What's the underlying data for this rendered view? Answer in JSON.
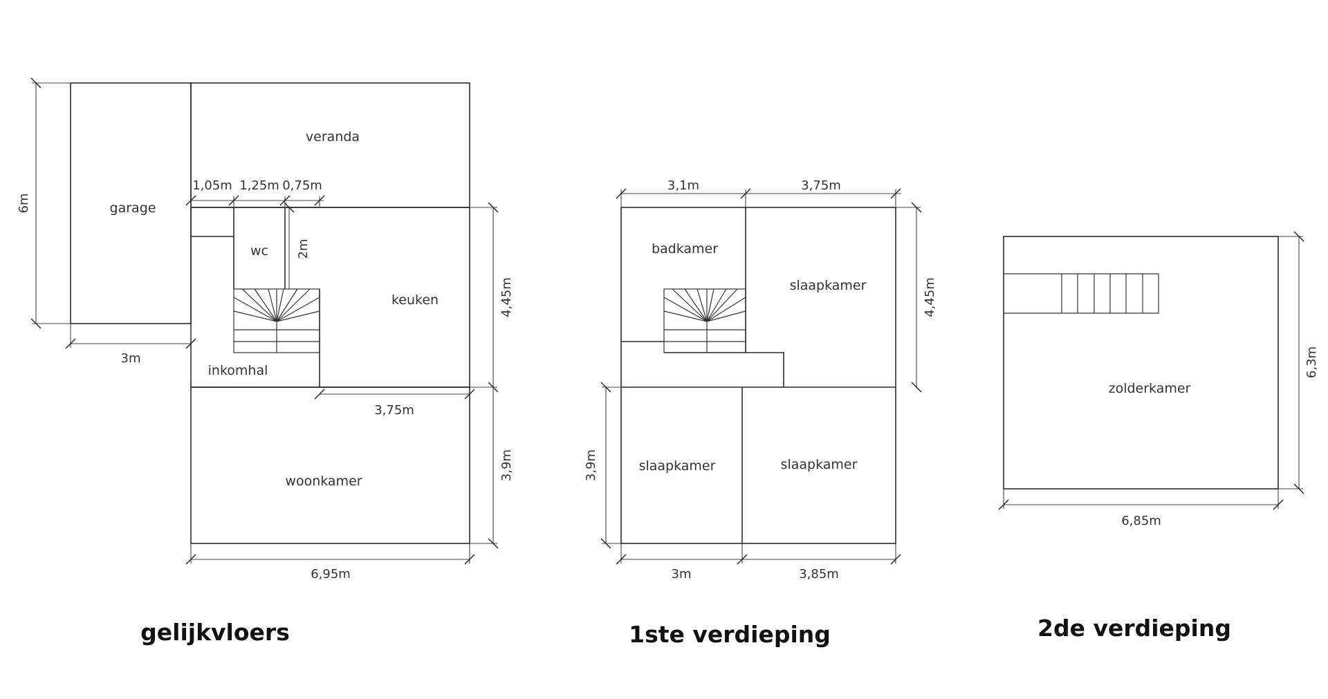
{
  "floors": {
    "ground": {
      "title": "gelijkvloers",
      "rooms": {
        "veranda": "veranda",
        "garage": "garage",
        "wc": "wc",
        "keuken": "keuken",
        "inkomhal": "inkomhal",
        "woonkamer": "woonkamer"
      },
      "dims": {
        "height_6m": "6m",
        "width_3m": "3m",
        "w_105": "1,05m",
        "w_125": "1,25m",
        "w_075": "0,75m",
        "h_2m": "2m",
        "h_445": "4,45m",
        "w_375": "3,75m",
        "h_39": "3,9m",
        "w_695": "6,95m"
      }
    },
    "first": {
      "title": "1ste verdieping",
      "rooms": {
        "badkamer": "badkamer",
        "slaapkamer_top": "slaapkamer",
        "slaapkamer_left": "slaapkamer",
        "slaapkamer_right": "slaapkamer"
      },
      "dims": {
        "w_31": "3,1m",
        "w_375": "3,75m",
        "h_445": "4,45m",
        "h_39": "3,9m",
        "w_3m": "3m",
        "w_385": "3,85m"
      }
    },
    "second": {
      "title": "2de verdieping",
      "rooms": {
        "zolderkamer": "zolderkamer"
      },
      "dims": {
        "h_63": "6,3m",
        "w_685": "6,85m"
      }
    }
  }
}
